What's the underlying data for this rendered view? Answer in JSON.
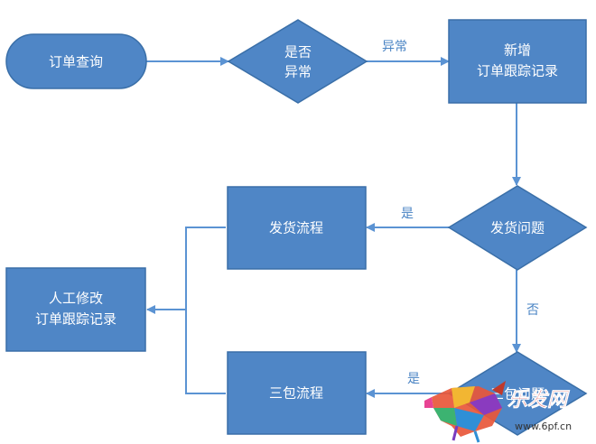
{
  "nodes": {
    "order_query": "订单查询",
    "is_abnormal": [
      "是否",
      "异常"
    ],
    "add_record": [
      "新增",
      "订单跟踪记录"
    ],
    "shipping_issue": "发货问题",
    "shipping_process": "发货流程",
    "manual_edit": [
      "人工修改",
      "订单跟踪记录"
    ],
    "warranty_process": "三包流程",
    "warranty_issue": "三包问题"
  },
  "edges": {
    "abnormal_label": "异常",
    "yes_shipping": "是",
    "no_label": "否",
    "yes_warranty": "是"
  },
  "watermark": {
    "logo_text": "乐发网",
    "url": "www.6pf.cn"
  },
  "colors": {
    "node_fill": "#4f86c6",
    "node_stroke": "#3a6fa8",
    "arrow": "#5b93d3",
    "label_text": "#4a84c4",
    "watermark_red": "#d62a2a"
  }
}
